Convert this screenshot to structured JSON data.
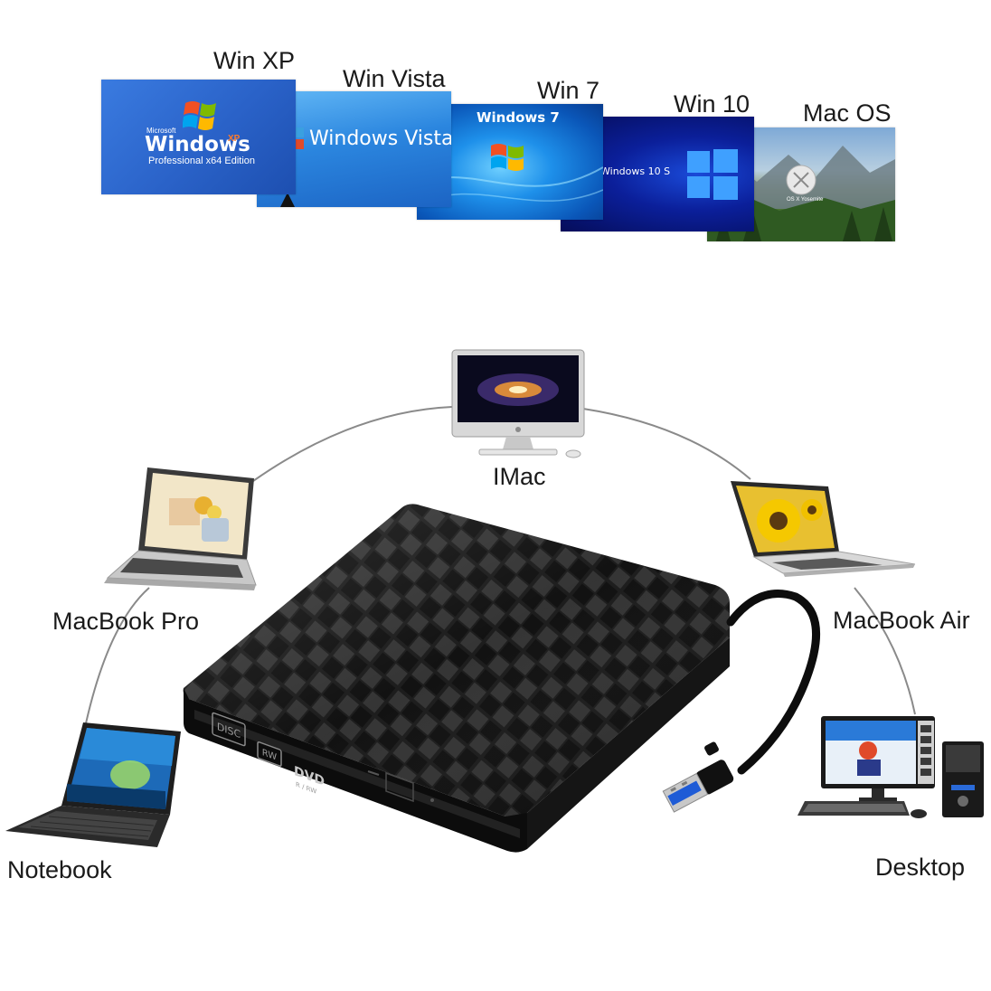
{
  "os": {
    "xp": {
      "label": "Win XP",
      "brand_small": "Microsoft",
      "brand": "Windows",
      "brand_sup": "XP",
      "edition": "Professional x64 Edition"
    },
    "vista": {
      "label": "Win Vista",
      "brand": "Windows Vista"
    },
    "win7": {
      "label": "Win 7",
      "brand": "Windows 7"
    },
    "win10": {
      "label": "Win 10",
      "brand": "Windows 10 S"
    },
    "mac": {
      "label": "Mac OS",
      "brand": "OS X Yosemite"
    }
  },
  "devices": {
    "imac": "IMac",
    "macbook_pro": "MacBook Pro",
    "macbook_air": "MacBook Air",
    "notebook": "Notebook",
    "desktop": "Desktop"
  },
  "drive": {
    "logo_cd": "DISC",
    "logo_rw": "RW",
    "logo_dvd": "DVD",
    "logo_dvd_sub": "R / RW"
  },
  "colors": {
    "xp_blue": "#2f6fd0",
    "vista_blue": "#2a7fd8",
    "win7_blue": "#1f7fe0",
    "win10_navy": "#0a1a8a",
    "drive_black": "#0c0c0c",
    "usb_blue": "#1e5bd6"
  }
}
